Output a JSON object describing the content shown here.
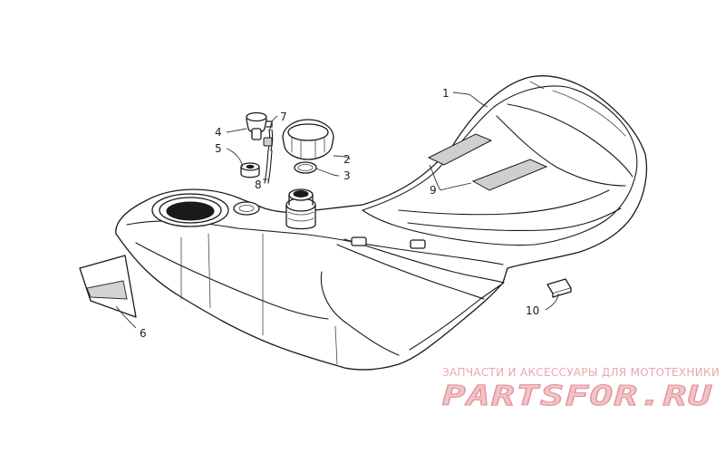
{
  "callouts": [
    {
      "id": "1",
      "label": "1"
    },
    {
      "id": "2",
      "label": "2"
    },
    {
      "id": "3",
      "label": "3"
    },
    {
      "id": "4",
      "label": "4"
    },
    {
      "id": "5",
      "label": "5"
    },
    {
      "id": "6",
      "label": "6"
    },
    {
      "id": "7",
      "label": "7"
    },
    {
      "id": "8",
      "label": "8"
    },
    {
      "id": "9",
      "label": "9"
    },
    {
      "id": "10",
      "label": "10"
    }
  ],
  "watermark": {
    "tagline": "ЗАПЧАСТИ И АКСЕССУАРЫ ДЛЯ МОТОТЕХНИКИ",
    "logo_text": "PARTSFOR.RU"
  }
}
